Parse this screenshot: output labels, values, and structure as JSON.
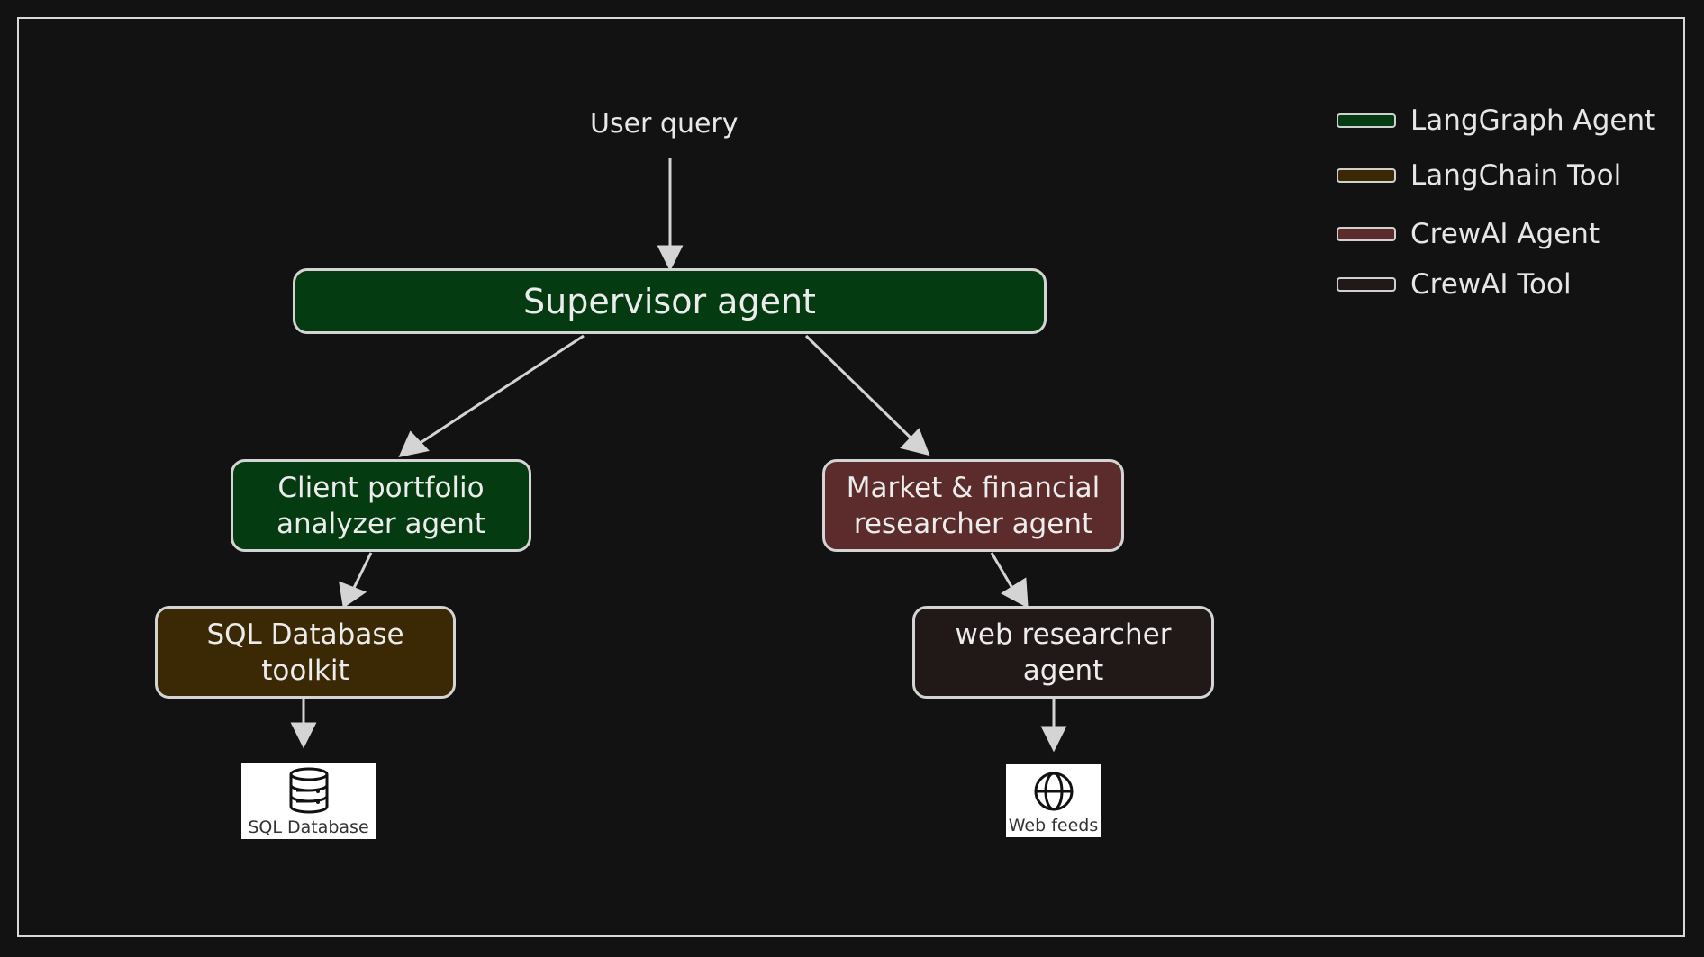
{
  "diagram": {
    "input_label": "User query",
    "nodes": {
      "supervisor": {
        "label": "Supervisor agent",
        "type": "LangGraph Agent"
      },
      "client_portfolio": {
        "label": "Client portfolio analyzer agent",
        "line1": "Client portfolio",
        "line2": "analyzer agent",
        "type": "LangGraph Agent"
      },
      "market_researcher": {
        "label": "Market & financial researcher agent",
        "line1": "Market & financial",
        "line2": "researcher agent",
        "type": "CrewAI Agent"
      },
      "sql_toolkit": {
        "label": "SQL Database toolkit",
        "line1": "SQL Database",
        "line2": "toolkit",
        "type": "LangChain Tool"
      },
      "web_researcher": {
        "label": "web researcher agent",
        "line1": "web researcher",
        "line2": "agent",
        "type": "CrewAI Tool"
      }
    },
    "resources": {
      "sql_db": {
        "label": "SQL Database",
        "icon": "database-icon"
      },
      "web_feeds": {
        "label": "Web feeds",
        "icon": "globe-icon"
      }
    },
    "edges": [
      {
        "from": "User query",
        "to": "Supervisor agent"
      },
      {
        "from": "Supervisor agent",
        "to": "Client portfolio analyzer agent"
      },
      {
        "from": "Supervisor agent",
        "to": "Market & financial researcher agent"
      },
      {
        "from": "Client portfolio analyzer agent",
        "to": "SQL Database toolkit"
      },
      {
        "from": "Market & financial researcher agent",
        "to": "web researcher agent"
      },
      {
        "from": "SQL Database toolkit",
        "to": "SQL Database"
      },
      {
        "from": "web researcher agent",
        "to": "Web feeds"
      }
    ]
  },
  "legend": [
    {
      "label": "LangGraph Agent",
      "color": "#043b11"
    },
    {
      "label": "LangChain Tool",
      "color": "#3a2904"
    },
    {
      "label": "CrewAI Agent",
      "color": "#5c2c2c"
    },
    {
      "label": "CrewAI Tool",
      "color": "#211818"
    }
  ],
  "colors": {
    "background": "#121212",
    "stroke": "#d4d4d4",
    "langgraph_agent": "#043b11",
    "langchain_tool": "#3a2904",
    "crewai_agent": "#5c2c2c",
    "crewai_tool": "#211818"
  }
}
